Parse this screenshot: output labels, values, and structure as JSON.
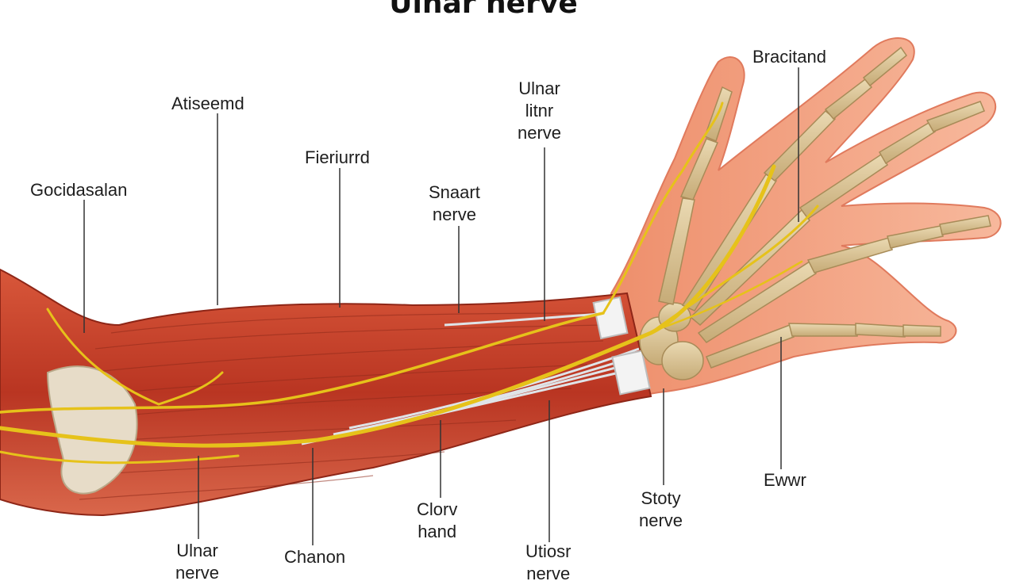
{
  "title": "Ulnar nerve",
  "labels": {
    "top_left_a": "Gocidasalan",
    "top_left_b": "Atiseemd",
    "top_mid_a": "Fieriurrd",
    "top_mid_b_line1": "Snaart",
    "top_mid_b_line2": "nerve",
    "top_center_line1": "Ulnar",
    "top_center_line2": "litnr",
    "top_center_line3": "nerve",
    "top_right": "Bracitand",
    "bottom_left_line1": "Ulnar",
    "bottom_left_line2": "nerve",
    "bottom_mid": "Chanon",
    "bottom_center_line1": "Clorv",
    "bottom_center_line2": "hand",
    "bottom_right_line1": "Utiosr",
    "bottom_right_line2": "nerve",
    "bottom_far_line1": "Stoty",
    "bottom_far_line2": "nerve",
    "right_bottom": "Ewwr"
  },
  "colors": {
    "muscle": "#c7402a",
    "muscle_dark": "#9e2a1b",
    "skin": "#f2a484",
    "bone": "#dcc79a",
    "nerve": "#e7c51b",
    "tendon": "#eceff2",
    "leader": "#333333"
  }
}
